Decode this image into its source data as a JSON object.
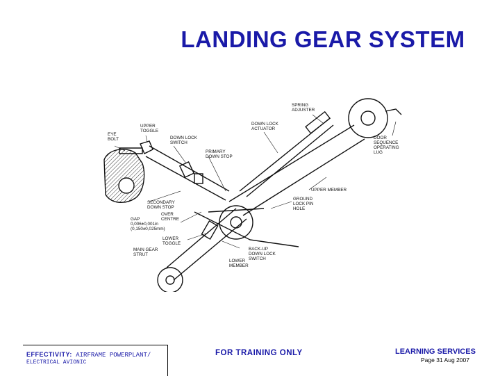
{
  "title": "LANDING GEAR SYSTEM",
  "diagram": {
    "labels": {
      "eye_bolt": [
        "EYE",
        "BOLT"
      ],
      "upper_toggle": [
        "UPPER",
        "TOGGLE"
      ],
      "down_lock_switch": [
        "DOWN LOCK",
        "SWITCH"
      ],
      "primary_down_stop": [
        "PRIMARY",
        "DOWN STOP"
      ],
      "down_lock_actuator": [
        "DOWN LOCK",
        "ACTUATOR"
      ],
      "spring_adjuster": [
        "SPRING",
        "ADJUSTER"
      ],
      "door_sequence": [
        "DOOR",
        "SEQUENCE",
        "OPERATING",
        "LUG"
      ],
      "upper_member": "UPPER MEMBER",
      "ground_lock_pin": [
        "GROUND",
        "LOCK PIN",
        "HOLE"
      ],
      "secondary_down_stop": [
        "SECONDARY",
        "DOWN STOP"
      ],
      "over_centre": [
        "OVER",
        "CENTRE"
      ],
      "gap": [
        "GAP",
        "0,006±0,001in",
        "(0,150±0,025mm)"
      ],
      "lower_toggle": [
        "LOWER",
        "TOGGLE"
      ],
      "main_gear_strut": [
        "MAIN GEAR",
        "STRUT"
      ],
      "back_up": [
        "BACK-UP",
        "DOWN LOCK",
        "SWITCH"
      ],
      "lower_member": [
        "LOWER",
        "MEMBER"
      ]
    }
  },
  "footer": {
    "effectivity_label": "EFFECTIVITY:",
    "effectivity_line1": "AIRFRAME POWERPLANT/",
    "effectivity_line2": "ELECTRICAL AVIONIC",
    "training": "FOR TRAINING ONLY",
    "learning": "LEARNING SERVICES",
    "page": "Page 31 Aug 2007"
  },
  "colors": {
    "title": "#1a1aa8",
    "line": "#111111"
  }
}
